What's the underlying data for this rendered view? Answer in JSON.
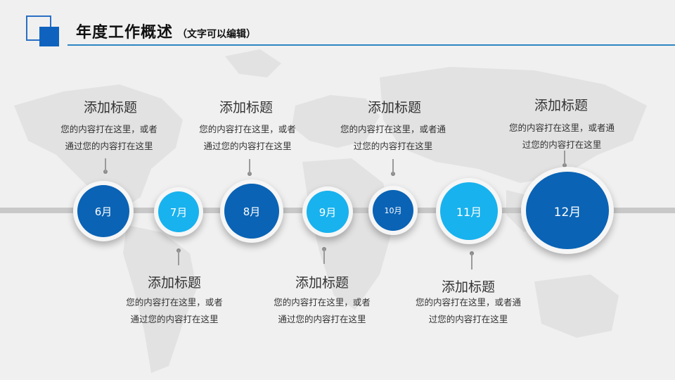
{
  "header": {
    "title": "年度工作概述",
    "subtitle": "（文字可以编辑）"
  },
  "timeline": {
    "months": [
      {
        "label": "6月",
        "style": "dark"
      },
      {
        "label": "7月",
        "style": "light"
      },
      {
        "label": "8月",
        "style": "dark"
      },
      {
        "label": "9月",
        "style": "light"
      },
      {
        "label": "10月",
        "style": "dark"
      },
      {
        "label": "11月",
        "style": "light"
      },
      {
        "label": "12月",
        "style": "dark"
      }
    ],
    "items": [
      {
        "title": "添加标题",
        "desc_line1": "您的内容打在这里，或者",
        "desc_line2": "通过您的内容打在这里"
      },
      {
        "title": "添加标题",
        "desc_line1": "您的内容打在这里，或者",
        "desc_line2": "通过您的内容打在这里"
      },
      {
        "title": "添加标题",
        "desc_line1": "您的内容打在这里，或者",
        "desc_line2": "通过您的内容打在这里"
      },
      {
        "title": "添加标题",
        "desc_line1": "您的内容打在这里，或者",
        "desc_line2": "通过您的内容打在这里"
      },
      {
        "title": "添加标题",
        "desc_line1": "您的内容打在这里，或者通",
        "desc_line2": "过您的内容打在这里"
      },
      {
        "title": "添加标题",
        "desc_line1": "您的内容打在这里，或者通",
        "desc_line2": "过您的内容打在这里"
      },
      {
        "title": "添加标题",
        "desc_line1": "您的内容打在这里，或者通",
        "desc_line2": "过您的内容打在这里"
      }
    ]
  },
  "colors": {
    "dark_blue": "#0a63b5",
    "light_blue": "#18b2ee",
    "accent_line": "#2d86c3"
  }
}
